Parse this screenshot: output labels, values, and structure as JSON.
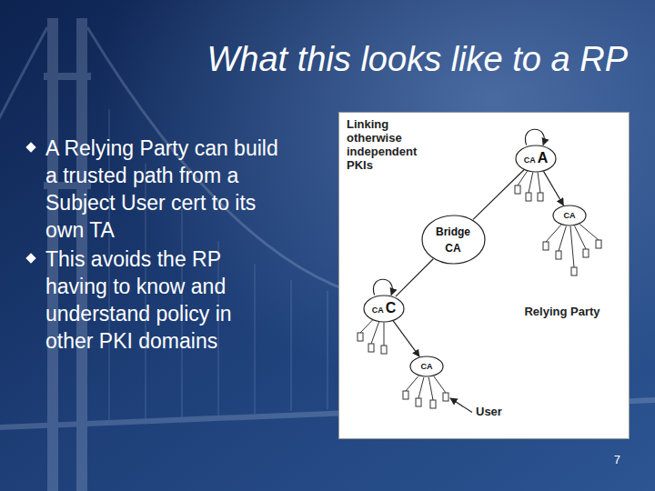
{
  "diagram": {
    "title": "What this looks like to a RP",
    "nodes": [
      {
        "text": [
          "Linking otherwise independent PKIs"
        ]
      },
      {
        "text": [
          "CA",
          "A"
        ],
        "in": 0
      },
      {
        "text": [
          "CA"
        ],
        "in": 0
      },
      {
        "text": [
          "Bridge CA"
        ],
        "in": 0
      },
      {
        "text": [
          "CA",
          "C"
        ],
        "in": 0
      },
      {
        "text": [
          "CA"
        ],
        "in": 0
      }
    ],
    "edges": [
      {
        "from": 1,
        "to": 3,
        "arrow": "none"
      },
      {
        "from": 3,
        "to": 4,
        "arrow": "none"
      },
      {
        "from": 1,
        "to": 2,
        "arrow": "to"
      },
      {
        "from": 4,
        "to": 5,
        "arrow": "to"
      }
    ],
    "labels": [
      "A Relying Party can build a trusted path from a Subject User cert to its own TA",
      "This avoids the RP having to know and understand policy in other PKI domains",
      "Relying Party",
      "User",
      "7"
    ]
  }
}
